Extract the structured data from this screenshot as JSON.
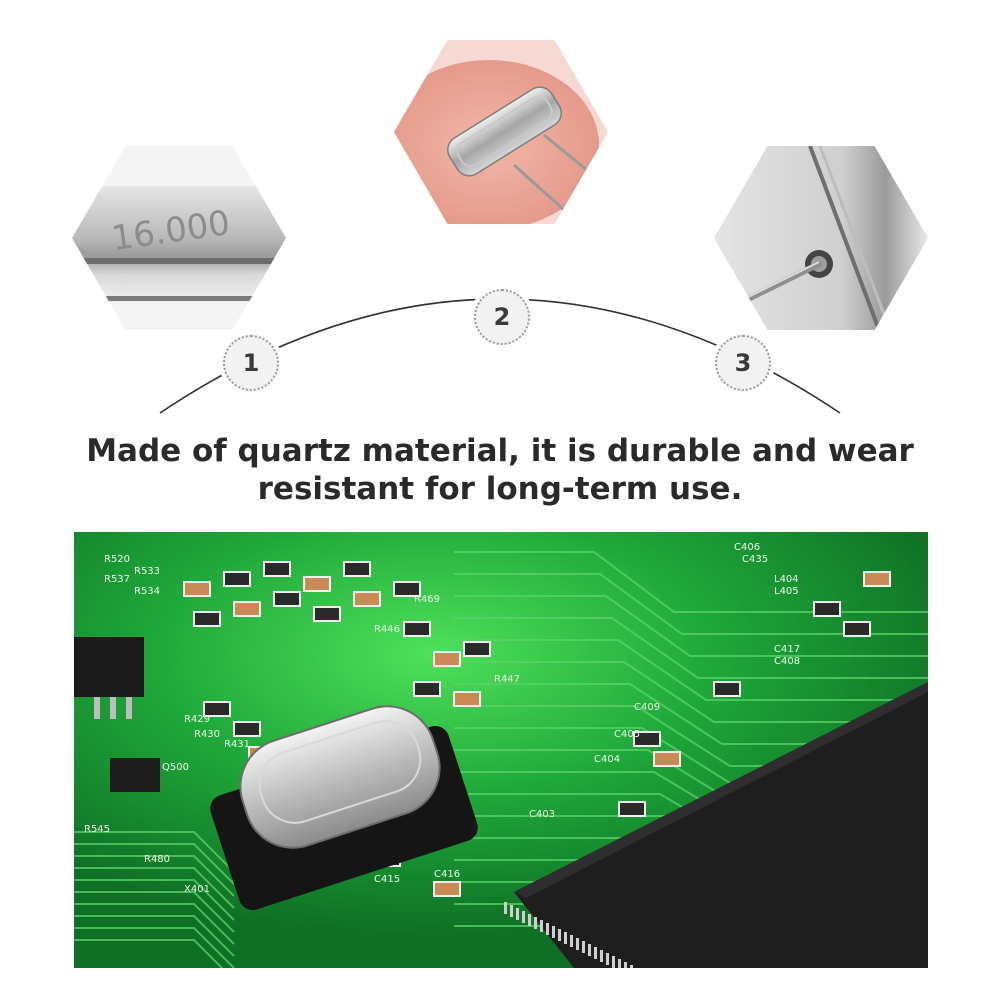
{
  "steps": [
    {
      "number": "1",
      "engraving": "16.000"
    },
    {
      "number": "2"
    },
    {
      "number": "3"
    }
  ],
  "caption": {
    "line1": "Made of quartz material, it is durable and wear",
    "line2": "resistant for long-term use."
  },
  "pcb_labels": [
    "R520",
    "R533",
    "R537",
    "R534",
    "R469",
    "R446",
    "R447",
    "R429",
    "R430",
    "R431",
    "Q500",
    "R545",
    "R480",
    "X401",
    "C415",
    "C416",
    "C404",
    "C403",
    "C405",
    "C409",
    "C406",
    "C435",
    "L404",
    "L405",
    "C417",
    "C408"
  ]
}
